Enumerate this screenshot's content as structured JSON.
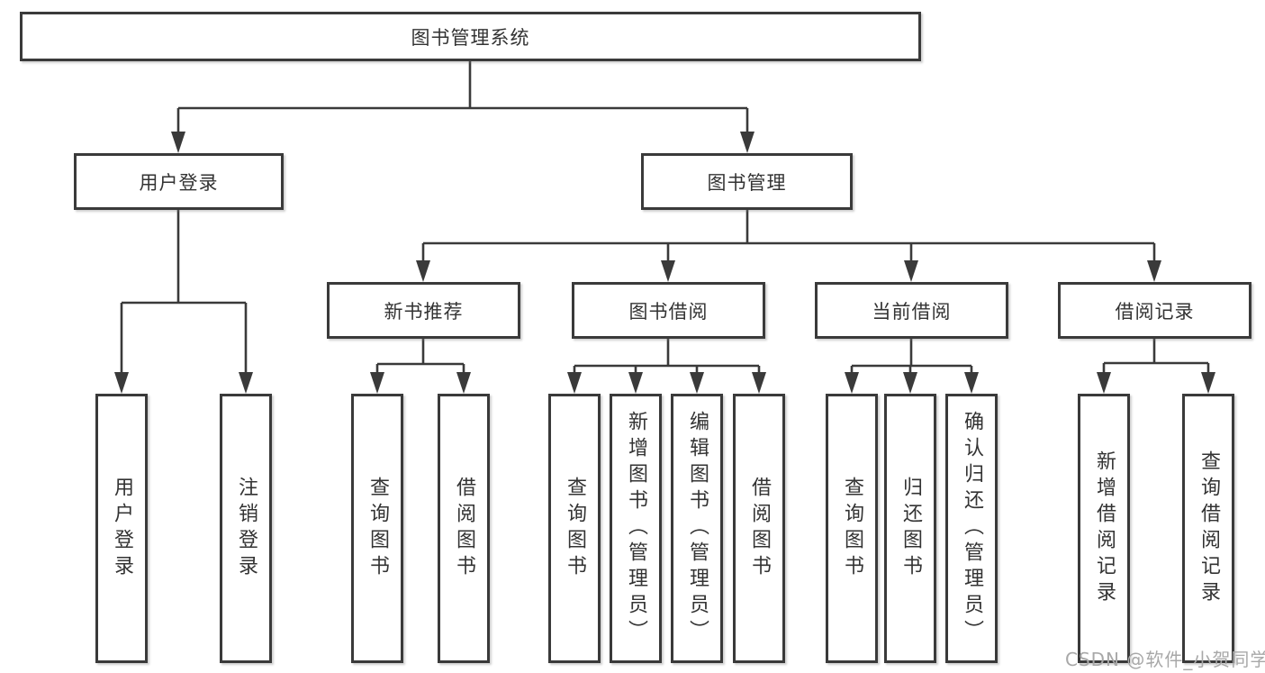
{
  "colors": {
    "line": "#3a3a3a",
    "box_border": "#3a3a3a",
    "box_fill": "#ffffff",
    "text": "#333333",
    "watermark": "#a8a8a8",
    "background": "#ffffff"
  },
  "watermark": "CSDN @软件_小贺同学",
  "tree": {
    "root": {
      "label": "图书管理系统"
    },
    "modules": [
      {
        "label": "用户登录",
        "children": [
          {
            "label": "用户登录"
          },
          {
            "label": "注销登录"
          }
        ]
      },
      {
        "label": "图书管理",
        "submodules": [
          {
            "label": "新书推荐",
            "children": [
              {
                "label": "查询图书"
              },
              {
                "label": "借阅图书"
              }
            ]
          },
          {
            "label": "图书借阅",
            "children": [
              {
                "label": "查询图书"
              },
              {
                "label": "新增图书（管理员）"
              },
              {
                "label": "编辑图书（管理员）"
              },
              {
                "label": "借阅图书"
              }
            ]
          },
          {
            "label": "当前借阅",
            "children": [
              {
                "label": "查询图书"
              },
              {
                "label": "归还图书"
              },
              {
                "label": "确认归还（管理员）"
              }
            ]
          },
          {
            "label": "借阅记录",
            "children": [
              {
                "label": "新增借阅记录"
              },
              {
                "label": "查询借阅记录"
              }
            ]
          }
        ]
      }
    ]
  }
}
